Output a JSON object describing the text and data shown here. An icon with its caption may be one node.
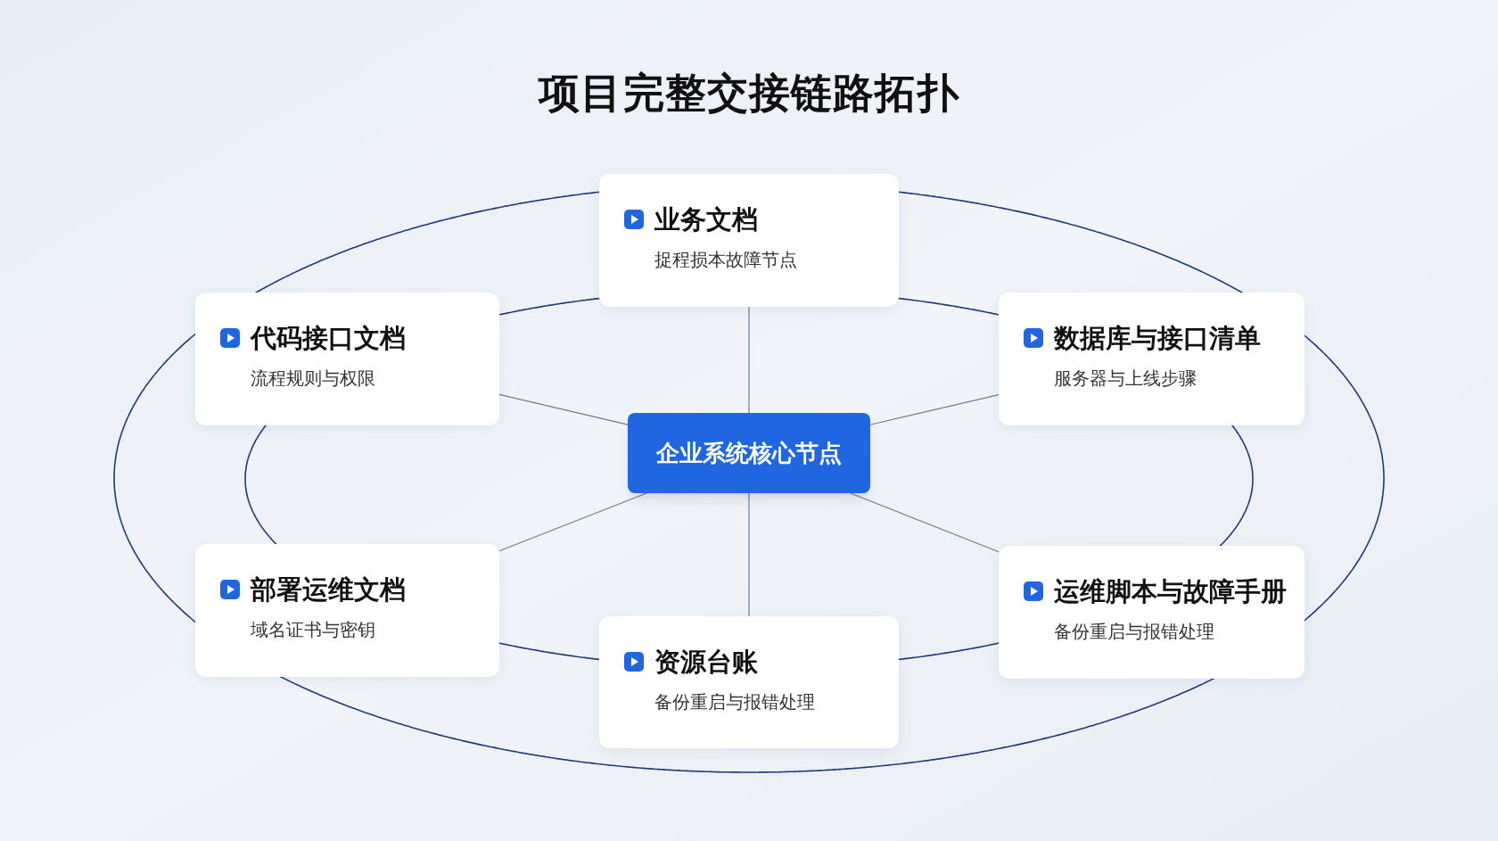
{
  "diagram": {
    "title": "项目完整交接链路拓扑",
    "nodes": [
      {
        "text": [
          "业务文档",
          "捉程损本故障节点"
        ]
      },
      {
        "text": [
          "代码接口文档",
          "流程规则与权限"
        ]
      },
      {
        "text": [
          "数据库与接口清单",
          "服务器与上线步骤"
        ]
      },
      {
        "text": [
          "企业系统核心节点"
        ]
      },
      {
        "text": [
          "部署运维文档",
          "域名证书与密钥"
        ]
      },
      {
        "text": [
          "运维脚本与故障手册",
          "备份重启与报错处理"
        ]
      },
      {
        "text": [
          "资源台账",
          "备份重启与报错处理"
        ]
      }
    ],
    "edges": [
      {
        "from": 3,
        "to": 0,
        "arrow": "none",
        "color": "#6b7f99"
      },
      {
        "from": 3,
        "to": 1,
        "arrow": "none",
        "color": "#6b7f99"
      },
      {
        "from": 3,
        "to": 2,
        "arrow": "none",
        "color": "#6b7f99"
      },
      {
        "from": 3,
        "to": 4,
        "arrow": "none",
        "color": "#6b7f99"
      },
      {
        "from": 3,
        "to": 5,
        "arrow": "none",
        "color": "#6b7f99"
      },
      {
        "from": 3,
        "to": 6,
        "arrow": "none",
        "color": "#6b7f99"
      },
      {
        "from": 1,
        "to": 0,
        "arrow": "none"
      },
      {
        "from": 0,
        "to": 2,
        "arrow": "none"
      },
      {
        "from": 1,
        "to": 4,
        "arrow": "none"
      },
      {
        "from": 2,
        "to": 5,
        "arrow": "none"
      },
      {
        "from": 4,
        "to": 6,
        "arrow": "none"
      },
      {
        "from": 6,
        "to": 5,
        "arrow": "none"
      },
      {
        "from": 0,
        "to": 1,
        "arrow": "none"
      },
      {
        "from": 0,
        "to": 2,
        "arrow": "none"
      },
      {
        "from": 1,
        "to": 4,
        "arrow": "none"
      },
      {
        "from": 2,
        "to": 5,
        "arrow": "none"
      },
      {
        "from": 4,
        "to": 5,
        "arrow": "none"
      }
    ]
  }
}
